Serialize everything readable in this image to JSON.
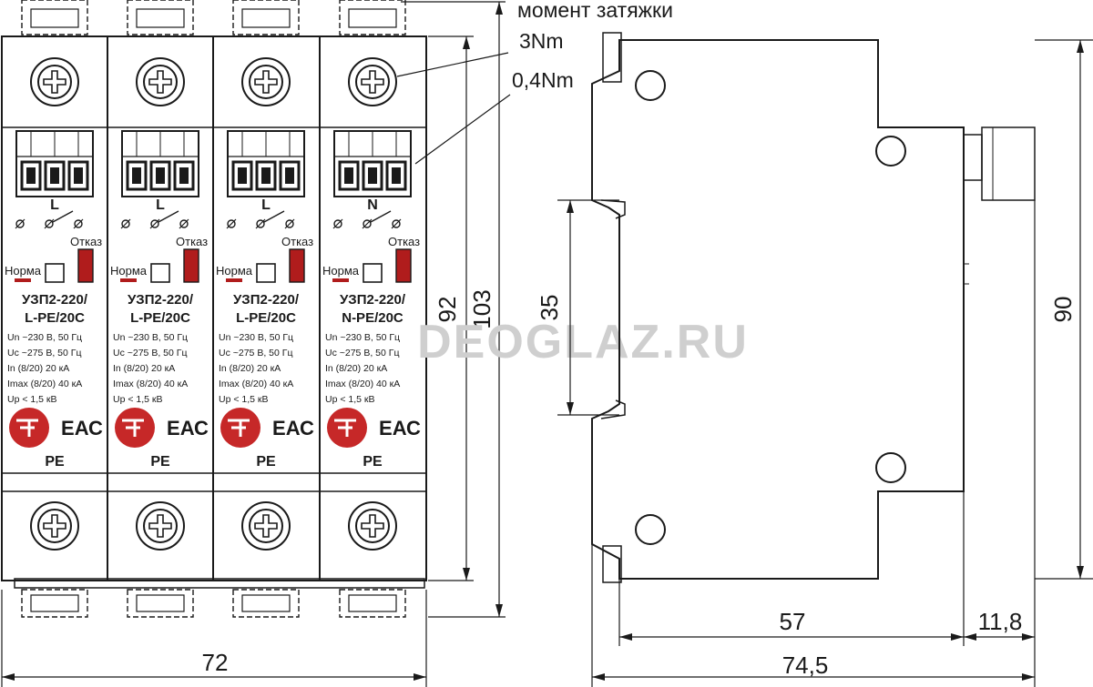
{
  "annotations": {
    "torque": "момент затяжки",
    "torque_screw": "3Nm",
    "torque_terminal": "0,4Nm"
  },
  "dimensions": {
    "width_front": "72",
    "height_body": "92",
    "height_total": "103",
    "din_rail": "35",
    "depth_main": "57",
    "depth_extra": "11,8",
    "depth_total": "74,5",
    "height_side": "90"
  },
  "modules": [
    {
      "pole": "L",
      "model_line1": "УЗП2-220/",
      "model_line2": "L-PE/20C"
    },
    {
      "pole": "L",
      "model_line1": "УЗП2-220/",
      "model_line2": "L-PE/20C"
    },
    {
      "pole": "L",
      "model_line1": "УЗП2-220/",
      "model_line2": "L-PE/20C"
    },
    {
      "pole": "N",
      "model_line1": "УЗП2-220/",
      "model_line2": "N-PE/20C"
    }
  ],
  "module_common": {
    "label_norm": "Норма",
    "label_fault": "Отказ",
    "spec1": "Un ~230 В, 50 Гц",
    "spec2": "Uc ~275 В, 50 Гц",
    "spec3": "In (8/20) 20 кА",
    "spec4": "Imax (8/20) 40 кА",
    "spec5": "Up  < 1,5 кВ",
    "cert_mark": "ЕАС",
    "pe_label": "PE"
  },
  "watermark": "DEOGLAZ.RU",
  "colors": {
    "line": "#1a1a1a",
    "fault_indicator": "#b01c1c",
    "logo": "#c62828",
    "watermark": "#cfcfcf"
  }
}
